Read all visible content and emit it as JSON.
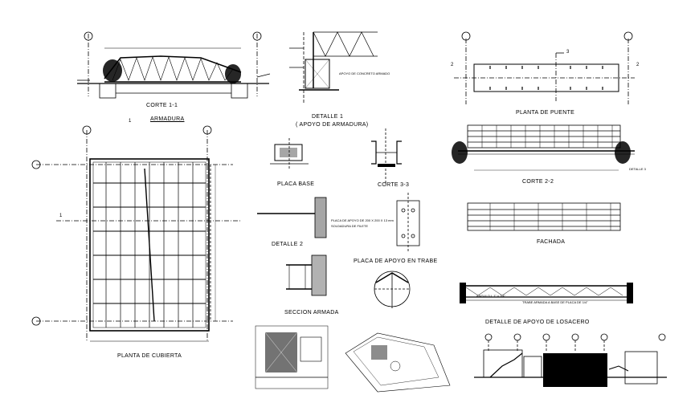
{
  "titles": {
    "corte_1_1": "CORTE 1-1",
    "armadura": "ARMADURA",
    "detalle_1": "DETALLE 1",
    "apoyo_armadura": "( APOYO DE ARMADURA)",
    "planta_puente": "PLANTA DE PUENTE",
    "corte_2_2": "CORTE 2-2",
    "corte_3_3": "CORTE 3-3",
    "placa_base": "PLACA BASE",
    "detalle_2": "DETALLE 2",
    "placa_apoyo_trabe": "PLACA DE APOYO EN TRABE",
    "fachada": "FACHADA",
    "detalle_losacero": "DETALLE DE APOYO DE LOSACERO",
    "seccion_armada": "SECCION ARMADA",
    "planta_cubierta": "PLANTA DE CUBIERTA",
    "detalle_3": "DETALLE 3"
  },
  "markers": {
    "section_1": "1",
    "section_2": "2",
    "section_3": "3"
  },
  "notes": {
    "angulo": "ANGULO L 1\" x 1/4\"",
    "trabe_armada": "TRABE ARMADA A BASE DE PLACA DE 1/4\"",
    "placa_apoyo": "PLACA DE APOYO DE 200 X 200 X 13 mm",
    "soldadura": "SOLDADURA DE FILETE",
    "apoyo_concreto": "APOYO DE CONCRETO ARMADO"
  },
  "colors": {
    "line": "#000000",
    "background": "#ffffff"
  }
}
